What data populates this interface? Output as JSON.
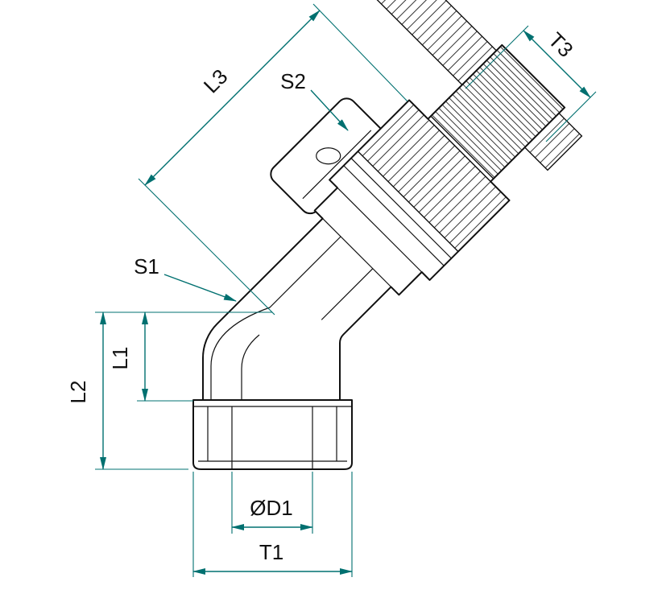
{
  "drawing": {
    "background_color": "#ffffff",
    "outline_color": "#111111",
    "dimension_color": "#007070",
    "labels": {
      "l3": "L3",
      "s2": "S2",
      "t3": "T3",
      "s1": "S1",
      "l2": "L2",
      "l1": "L1",
      "d1": "ØD1",
      "t1": "T1"
    }
  }
}
